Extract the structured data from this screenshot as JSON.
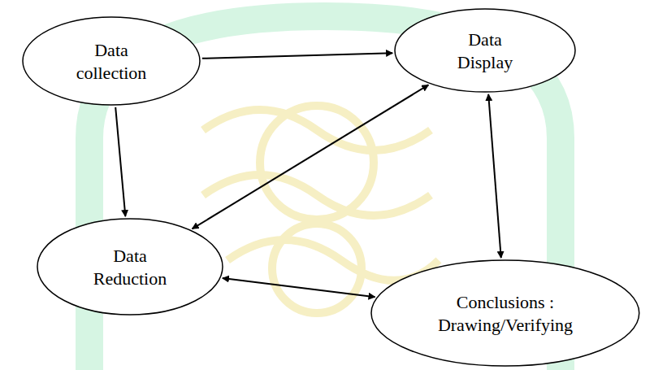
{
  "diagram": {
    "nodes": [
      {
        "text": [
          "Data collection"
        ]
      },
      {
        "text": [
          "Data Display"
        ]
      },
      {
        "text": [
          "Data Reduction"
        ]
      },
      {
        "text": [
          "Conclusions : Drawing/Verifying"
        ]
      }
    ],
    "edges": [
      {
        "from": 0,
        "to": 1,
        "arrow": "to"
      },
      {
        "from": 0,
        "to": 2,
        "arrow": "to"
      },
      {
        "from": 2,
        "to": 1,
        "arrow": "both"
      },
      {
        "from": 1,
        "to": 3,
        "arrow": "both"
      },
      {
        "from": 2,
        "to": 3,
        "arrow": "both"
      }
    ]
  }
}
